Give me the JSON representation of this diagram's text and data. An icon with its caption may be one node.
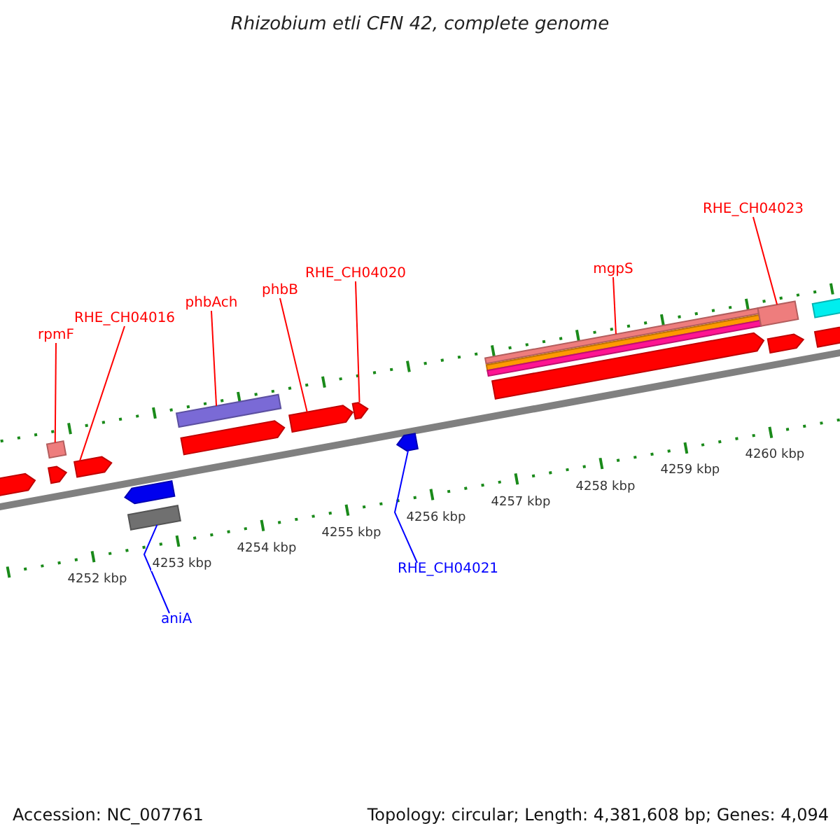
{
  "diagram": {
    "title": "Rhizobium etli CFN 42, complete genome",
    "nodes": [
      {
        "text": [
          "rpmF"
        ]
      },
      {
        "text": [
          "RHE_CH04016"
        ]
      },
      {
        "text": [
          "phbAch"
        ]
      },
      {
        "text": [
          "phbB"
        ]
      },
      {
        "text": [
          "RHE_CH04020"
        ]
      },
      {
        "text": [
          "mgpS"
        ]
      },
      {
        "text": [
          "RHE_CH04023"
        ]
      },
      {
        "text": [
          "RHE_CH04021"
        ]
      },
      {
        "text": [
          "aniA"
        ]
      },
      {
        "text": [],
        "shape": "bar"
      },
      {
        "text": [],
        "shape": "arrow"
      },
      {
        "text": [],
        "shape": "bar"
      },
      {
        "text": [],
        "shape": "bar"
      },
      {
        "text": [],
        "shape": "arrow"
      },
      {
        "text": [],
        "shape": "arrow"
      },
      {
        "text": [],
        "shape": "arrow"
      },
      {
        "text": [],
        "shape": "bar"
      },
      {
        "text": [],
        "shape": "bar"
      }
    ],
    "edges": [
      {
        "from": 0,
        "to": 9,
        "arrow": "none"
      },
      {
        "from": 1,
        "to": 10,
        "arrow": "none"
      },
      {
        "from": 2,
        "to": 12,
        "arrow": "none"
      },
      {
        "from": 3,
        "to": 13,
        "arrow": "none"
      },
      {
        "from": 4,
        "to": 14,
        "arrow": "none"
      },
      {
        "from": 5,
        "to": 16,
        "arrow": "none"
      },
      {
        "from": 6,
        "to": 17,
        "arrow": "none"
      },
      {
        "from": 7,
        "to": 15,
        "arrow": "none",
        "color": "#0000ff"
      },
      {
        "from": 8,
        "to": 11,
        "arrow": "none",
        "color": "#0000ff"
      }
    ],
    "labels": [
      "4252 kbp",
      "4253 kbp",
      "4254 kbp",
      "4255 kbp",
      "4256 kbp",
      "4257 kbp",
      "4258 kbp",
      "4259 kbp",
      "4260 kbp",
      "Accession: NC_007761",
      "Topology: circular; Length: 4,381,608 bp; Genes: 4,094"
    ]
  }
}
